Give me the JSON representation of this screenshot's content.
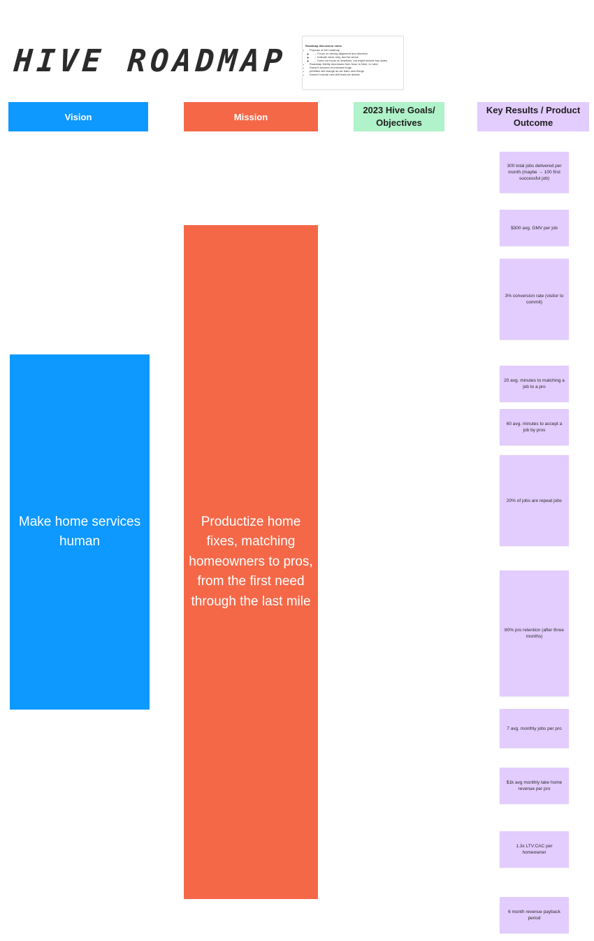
{
  "title": "HIVE ROADMAP",
  "notes": {
    "heading": "Roadmap discussion notes",
    "items": [
      {
        "text": "Purpose of the roadmap",
        "level": 0
      },
      {
        "text": "→ Focus on driving alignment and direction",
        "level": 1
      },
      {
        "text": "→ Indicate what, why, and for whom",
        "level": 1
      },
      {
        "text": "→ Does not focus on timelines, but might include key dates",
        "level": 1
      },
      {
        "text": "Roadmap fidelity decreases from Now, to Next, to Later",
        "level": 0
      },
      {
        "text": "Doesn't account of unknown bugs",
        "level": 0
      },
      {
        "text": "priorities will change as we learn new things",
        "level": 0
      },
      {
        "text": "Doesn't include new A/B tests we decide",
        "level": 0
      }
    ]
  },
  "headers": {
    "vision": "Vision",
    "mission": "Mission",
    "goals": "2023 Hive Goals/ Objectives",
    "key_results": "Key Results / Product Outcome"
  },
  "vision": "Make home services human",
  "mission": "Productize home fixes, matching homeowners to pros, from the first need through the last mile",
  "key_results": [
    "300 total jobs delivered per month (maybe → 100 first successful job)",
    "$300 avg. GMV per job",
    "3% conversion rate (visitor to commit)",
    "20 avg. minutes to matching a job to a pro",
    "60 avg. minutes to accept a job by pros",
    "20% of jobs are repeat jobs",
    "80% pro retention (after three months)",
    "7 avg. monthly jobs per pro",
    "$1k avg monthly take home revenue per pro",
    "1.3x LTV:CAC per homeowner",
    "6 month revenue payback period"
  ],
  "colors": {
    "vision": "#0d99ff",
    "mission": "#f46848",
    "goals": "#b0f2c9",
    "key_results": "#e3ccfe"
  }
}
